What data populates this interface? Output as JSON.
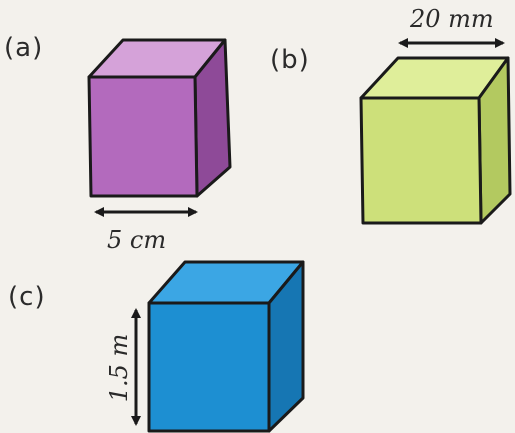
{
  "figures": [
    {
      "label": "(a)",
      "dimension": "5 cm",
      "face_colors": {
        "front": "#b36abd",
        "top": "#d5a2d9",
        "side": "#8e4a98"
      }
    },
    {
      "label": "(b)",
      "dimension": "20 mm",
      "face_colors": {
        "front": "#cde07a",
        "top": "#dfee9a",
        "side": "#b3c960"
      }
    },
    {
      "label": "(c)",
      "dimension": "1.5 m",
      "face_colors": {
        "front": "#1d8fd2",
        "top": "#3ba6e4",
        "side": "#1676b3"
      }
    }
  ],
  "edge_color": "#1a1a1a"
}
